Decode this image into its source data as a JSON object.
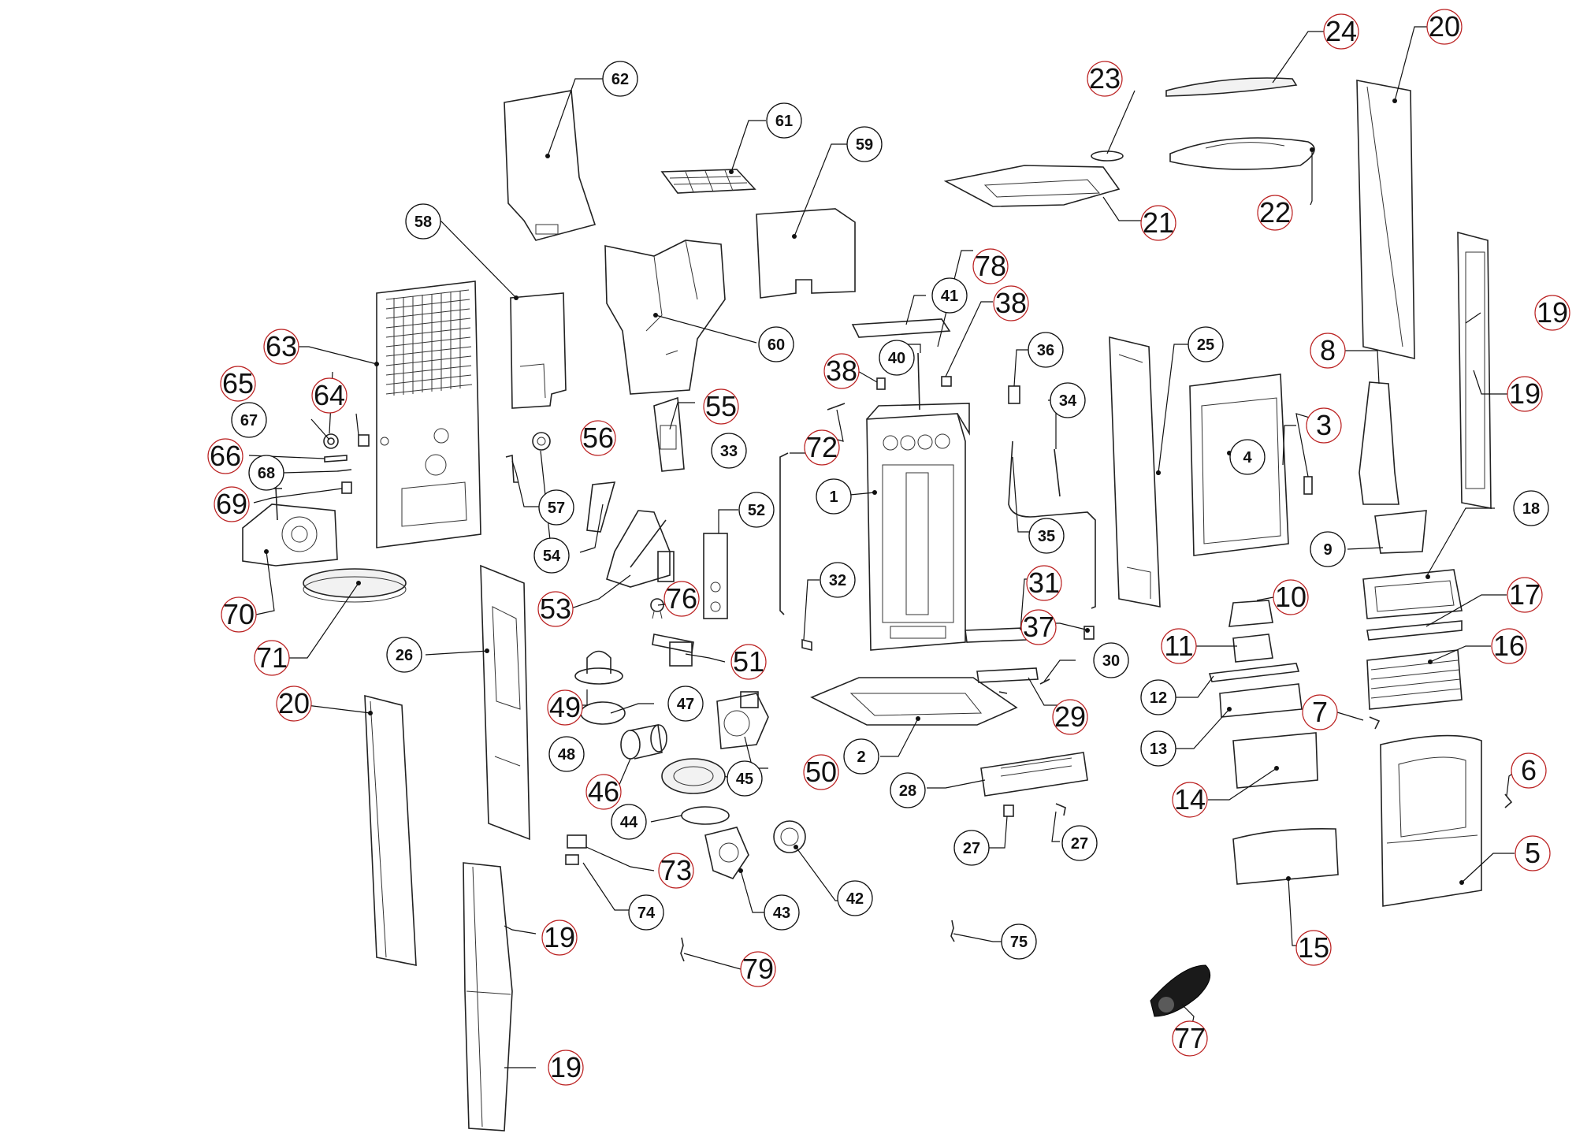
{
  "callouts": {
    "c1": "1",
    "c2": "2",
    "c3": "3",
    "c4": "4",
    "c5": "5",
    "c6": "6",
    "c7": "7",
    "c8": "8",
    "c9": "9",
    "c10": "10",
    "c11": "11",
    "c12": "12",
    "c13": "13",
    "c14": "14",
    "c15": "15",
    "c16": "16",
    "c17": "17",
    "c18": "18",
    "c19a": "19",
    "c19b": "19",
    "c19c": "19",
    "c19d": "19",
    "c20a": "20",
    "c20b": "20",
    "c21": "21",
    "c22": "22",
    "c23": "23",
    "c24": "24",
    "c25": "25",
    "c26": "26",
    "c27a": "27",
    "c27b": "27",
    "c28": "28",
    "c29": "29",
    "c30": "30",
    "c31": "31",
    "c32": "32",
    "c33": "33",
    "c34": "34",
    "c35": "35",
    "c36": "36",
    "c37": "37",
    "c38a": "38",
    "c38b": "38",
    "c40": "40",
    "c41": "41",
    "c42": "42",
    "c43": "43",
    "c44": "44",
    "c45": "45",
    "c46": "46",
    "c47": "47",
    "c48": "48",
    "c49": "49",
    "c50": "50",
    "c51": "51",
    "c52": "52",
    "c53": "53",
    "c54": "54",
    "c55": "55",
    "c56": "56",
    "c57": "57",
    "c58": "58",
    "c59": "59",
    "c60": "60",
    "c61": "61",
    "c62": "62",
    "c63": "63",
    "c64": "64",
    "c65": "65",
    "c66": "66",
    "c67": "67",
    "c68": "68",
    "c69": "69",
    "c70": "70",
    "c71": "71",
    "c72": "72",
    "c73": "73",
    "c74": "74",
    "c75": "75",
    "c76": "76",
    "c77": "77",
    "c78": "78",
    "c79": "79"
  }
}
